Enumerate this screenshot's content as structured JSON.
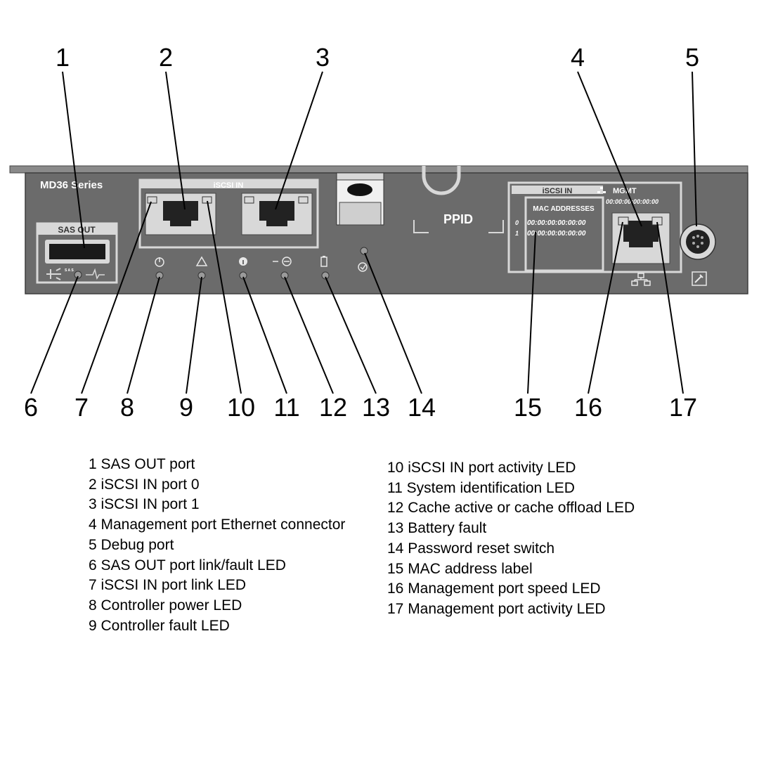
{
  "panel": {
    "model_label": "MD36 Series",
    "sas_out_label": "SAS OUT",
    "sas_small_text": "S A S",
    "iscsi_in_label": "iSCSI IN",
    "ppid_label": "PPID",
    "mac_header": "iSCSI IN",
    "mac_subheader": "MAC ADDRESSES",
    "mac_port0_index": "0",
    "mac_port0_value": "00:00:00:00:00:00",
    "mac_port1_index": "1",
    "mac_port1_value": "00:00:00:00:00:00",
    "mgmt_label": "MGMT",
    "mgmt_mac_value": "00:00:00:00:00:00"
  },
  "callouts": [
    "1",
    "2",
    "3",
    "4",
    "5",
    "6",
    "7",
    "8",
    "9",
    "10",
    "11",
    "12",
    "13",
    "14",
    "15",
    "16",
    "17"
  ],
  "legend_left": [
    "1 SAS OUT port",
    "2 iSCSI IN port 0",
    "3 iSCSI IN port 1",
    "4 Management port Ethernet connector",
    "5 Debug port",
    "6 SAS OUT port link/fault LED",
    "7 iSCSI IN port link LED",
    "8 Controller power LED",
    "9 Controller fault LED"
  ],
  "legend_right": [
    "10 iSCSI IN port activity LED",
    "11 System identification LED",
    "12 Cache active or cache offload LED",
    "13 Battery fault",
    "14 Password reset switch",
    "15 MAC address label",
    "16 Management port speed LED",
    "17 Management port activity LED"
  ],
  "colors": {
    "panel": "#6b6b6b",
    "panel_edge": "#4a4a4a",
    "port": "#d8d8d8",
    "led": "#9a9a9a"
  }
}
